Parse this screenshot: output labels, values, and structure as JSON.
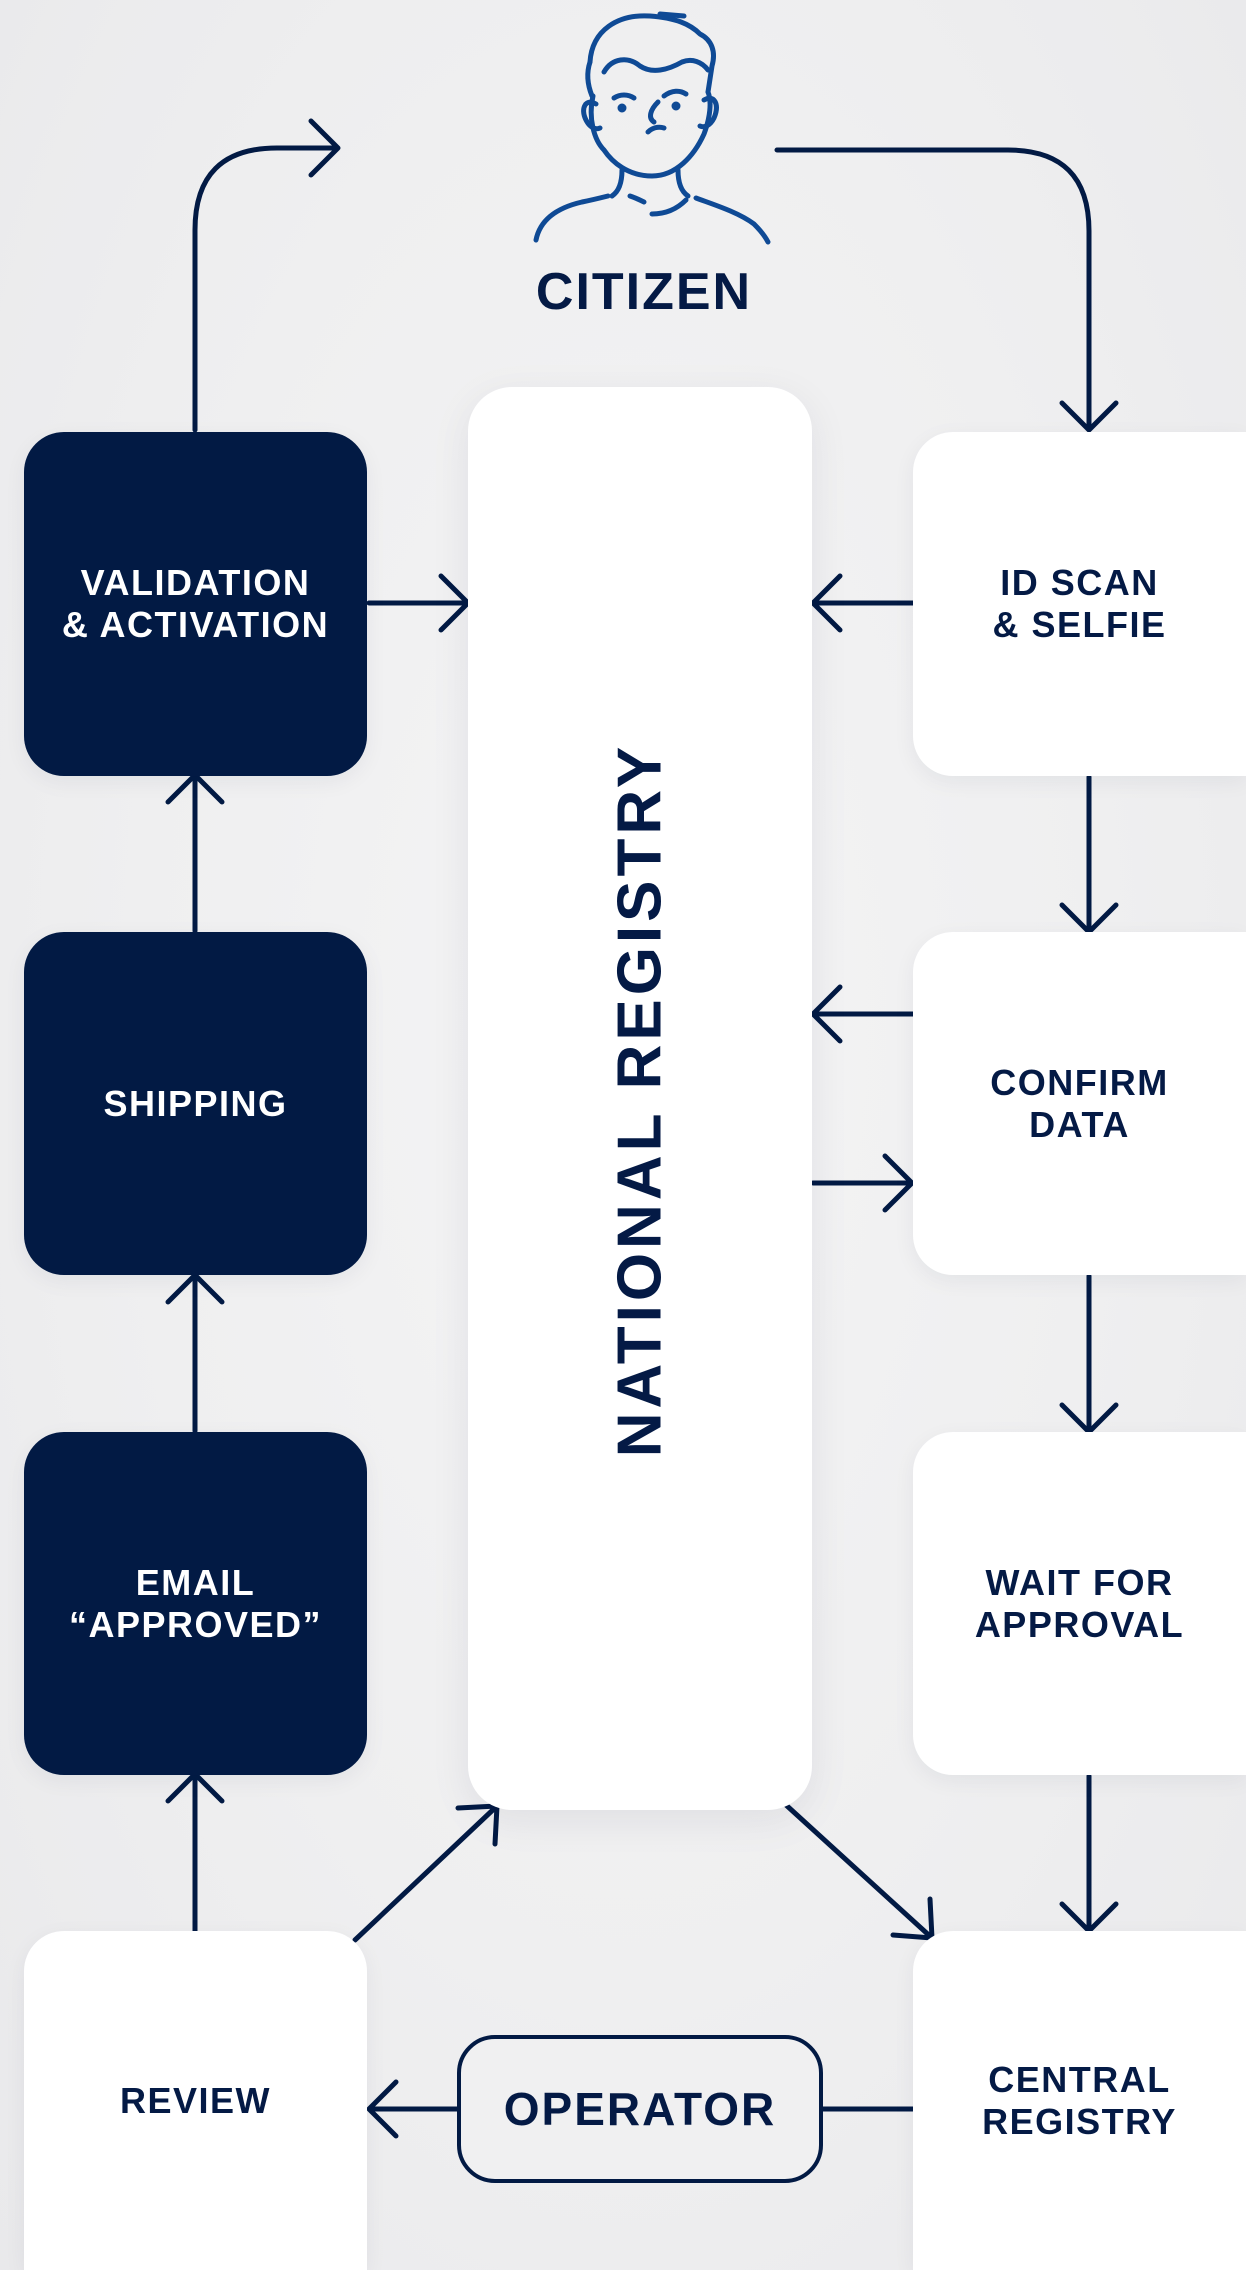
{
  "citizen": {
    "label": "CITIZEN",
    "icon": "person-outline-icon"
  },
  "registry": {
    "label": "NATIONAL REGISTRY"
  },
  "left_column": {
    "validation": "VALIDATION\n& ACTIVATION",
    "shipping": "SHIPPING",
    "email": "EMAIL\n“APPROVED”",
    "review": "REVIEW"
  },
  "right_column": {
    "id_scan": "ID SCAN\n& SELFIE",
    "confirm": "CONFIRM\nDATA",
    "wait": "WAIT FOR\nAPPROVAL",
    "central": "CENTRAL\nREGISTRY"
  },
  "operator": {
    "label": "OPERATOR"
  },
  "colors": {
    "navy": "#021a44",
    "background": "#f0f0f1",
    "card": "#ffffff",
    "icon_blue": "#0f4a95"
  }
}
